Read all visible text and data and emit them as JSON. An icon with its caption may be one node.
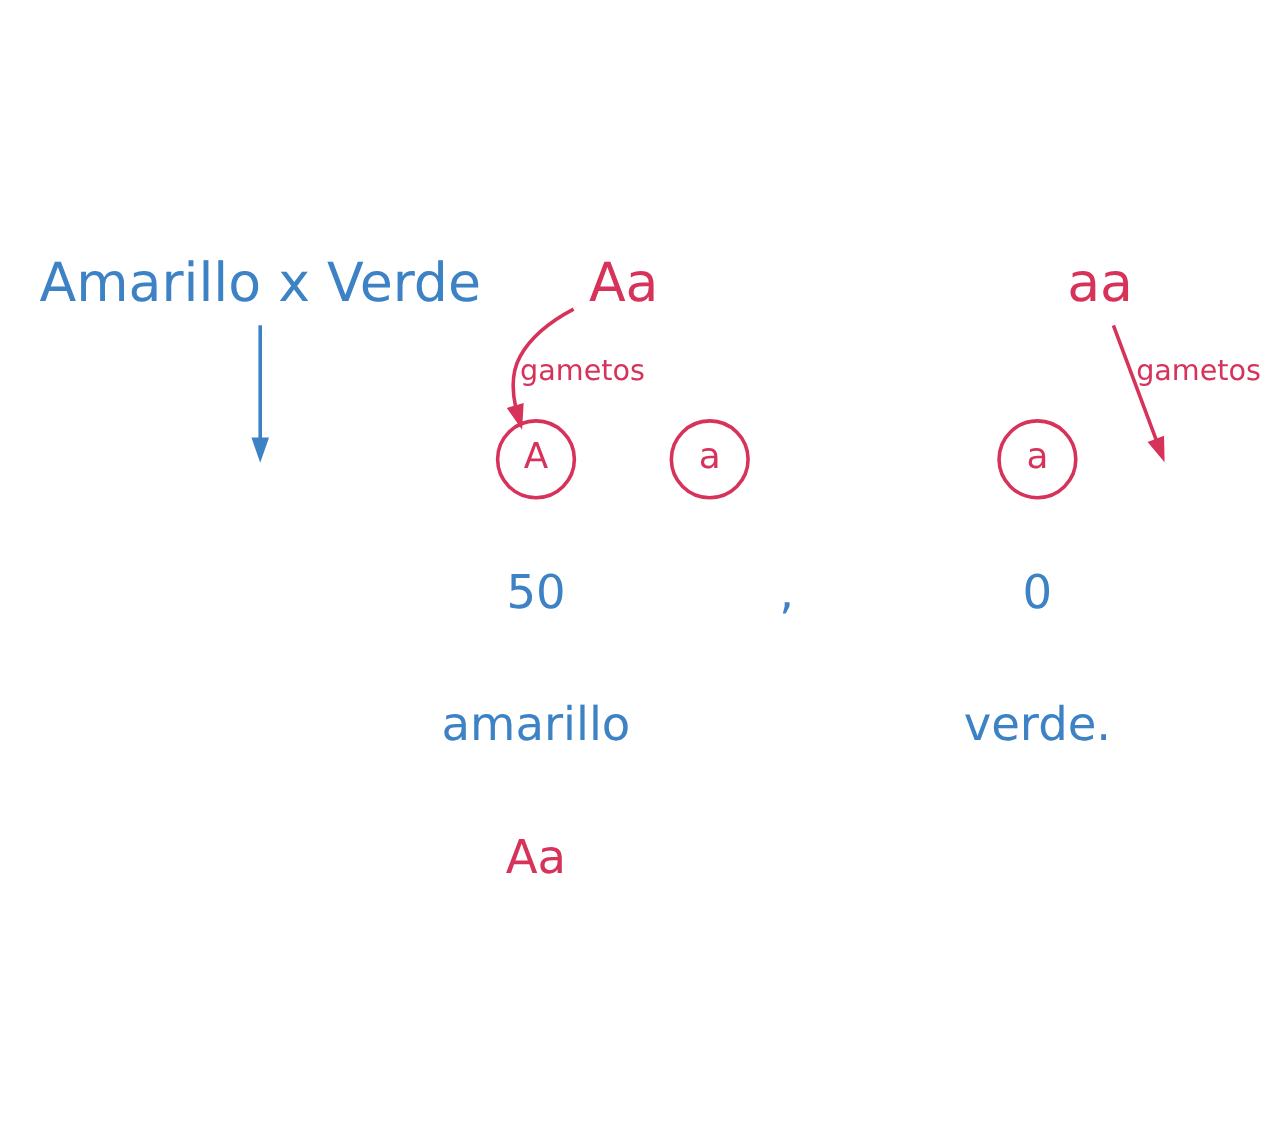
{
  "diagram": {
    "nodes": [
      {
        "text": [
          "Amarillo x Verde"
        ]
      },
      {
        "text": [
          "Aa"
        ]
      },
      {
        "text": [
          "aa"
        ]
      },
      {
        "text": [
          "A"
        ]
      },
      {
        "text": [
          "a"
        ]
      },
      {
        "text": [
          "a"
        ]
      }
    ],
    "edges": [
      {
        "from": 0,
        "to": null,
        "arrow": "to",
        "color": "#3d82c4"
      },
      {
        "from": 1,
        "to": 3,
        "arrow": "to",
        "label": "gametos"
      },
      {
        "from": 2,
        "to": null,
        "arrow": "to",
        "label": "gametos"
      }
    ],
    "labels": [
      "50",
      "amarillo",
      "Aa",
      ",",
      "0",
      "verde."
    ]
  }
}
